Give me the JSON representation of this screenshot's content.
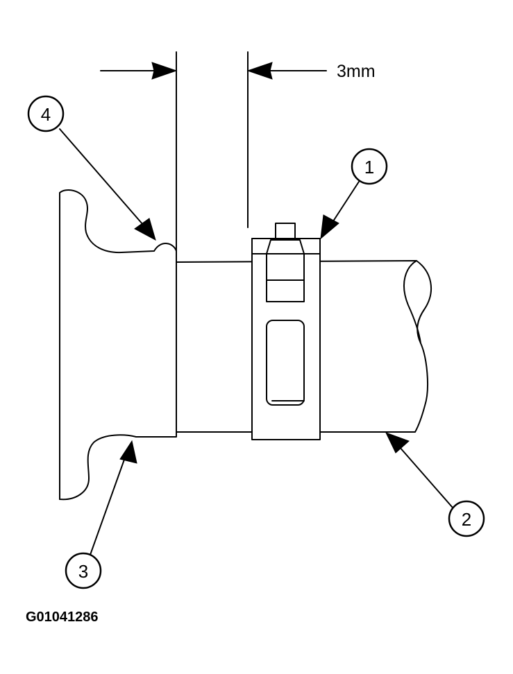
{
  "dimension": {
    "label": "3mm"
  },
  "callouts": [
    {
      "id": "1",
      "label": "1"
    },
    {
      "id": "2",
      "label": "2"
    },
    {
      "id": "3",
      "label": "3"
    },
    {
      "id": "4",
      "label": "4"
    }
  ],
  "figure_id": "G01041286"
}
